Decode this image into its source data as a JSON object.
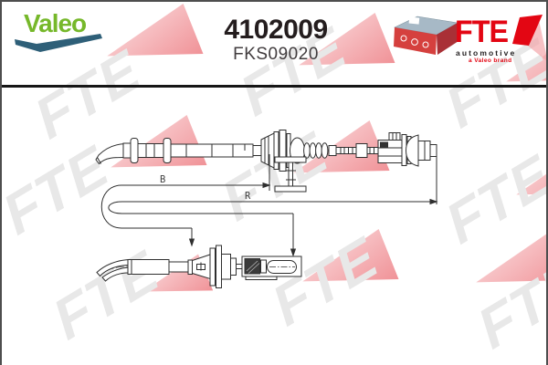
{
  "page": {
    "type": "parts-catalog-product-image"
  },
  "header": {
    "brand_logo": "Valeo",
    "part_number": "4102009",
    "reference_number": "FKS09020",
    "fte_logo_text": "FTE",
    "fte_logo_subtext": "automotive",
    "fte_logo_tagline": "a Valeo brand"
  },
  "watermark_text": "FTE",
  "diagram": {
    "type": "technical-drawing",
    "subject": "clutch cable assembly, two views with U-loop leader lines",
    "dimension_labels": {
      "b": "B",
      "r": "R"
    }
  },
  "colors": {
    "valeo_green": "#76b82a",
    "valeo_swoosh": "#2e5f78",
    "fte_red": "#e30613",
    "part_number_text": "#241d1e",
    "watermark_gray": "#e8e8e8",
    "watermark_pink_light": "#fbdfe1",
    "watermark_pink_dark": "#f09297",
    "drawing_stroke": "#2f2f2f",
    "separator_black": "#161616",
    "box_top_face": "#a7b9c6",
    "box_front_face": "#d5403e"
  }
}
